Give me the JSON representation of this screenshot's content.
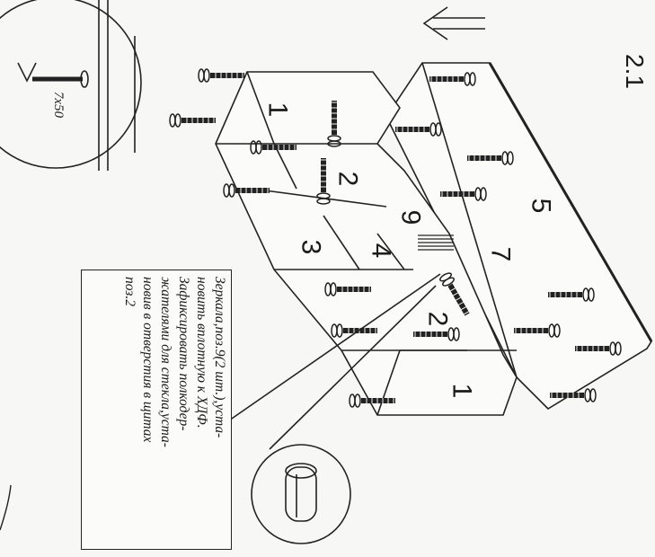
{
  "step_number": "2.1",
  "screw_spec": "7x50",
  "note": "Зеркала,поз.9(2 шт.),уста-\nновить вплотную к ХДФ.\nЗафиксировать полкодер-\nжателями для стекла,уста-\nновив в отверстия в щитах\nпоз.2",
  "part_labels": {
    "p1_top": "1",
    "p2_top": "2",
    "p3": "3",
    "p4": "4",
    "p9": "9",
    "p7": "7",
    "p5": "5",
    "p2_bottom": "2",
    "p1_bottom": "1"
  }
}
